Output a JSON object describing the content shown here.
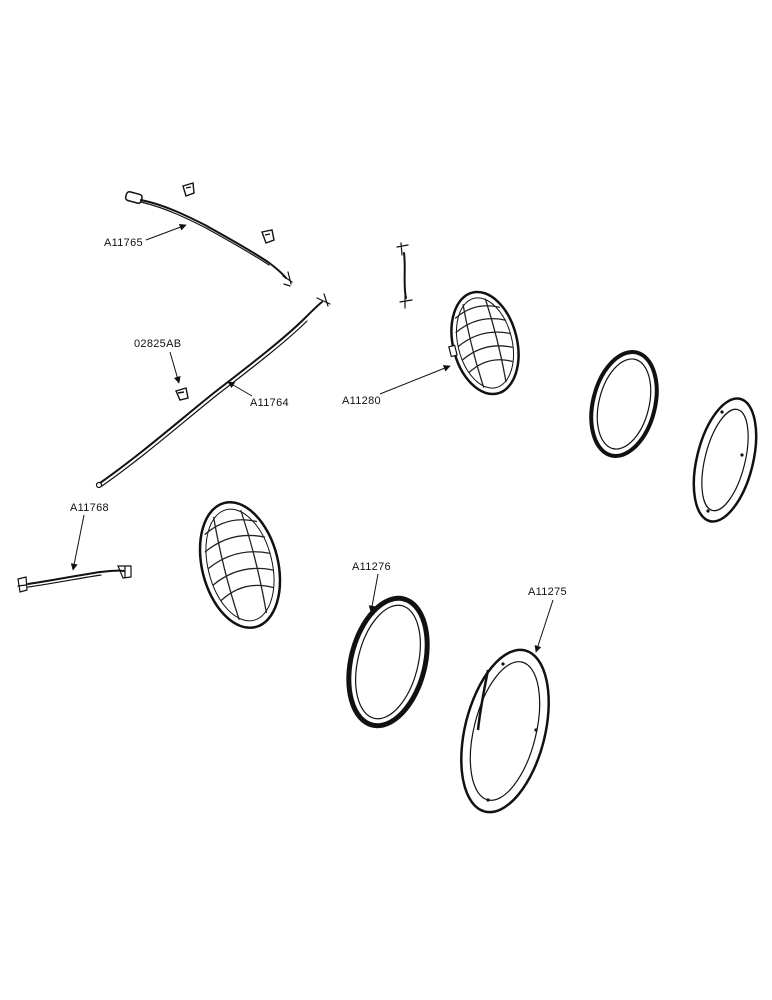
{
  "parts": {
    "harness_upper": "A11765",
    "clip": "02825AB",
    "harness_long": "A11764",
    "harness_short": "A11768",
    "sealed_beam": "A11280",
    "retaining_ring": "A11276",
    "mounting_ring": "A11275"
  }
}
